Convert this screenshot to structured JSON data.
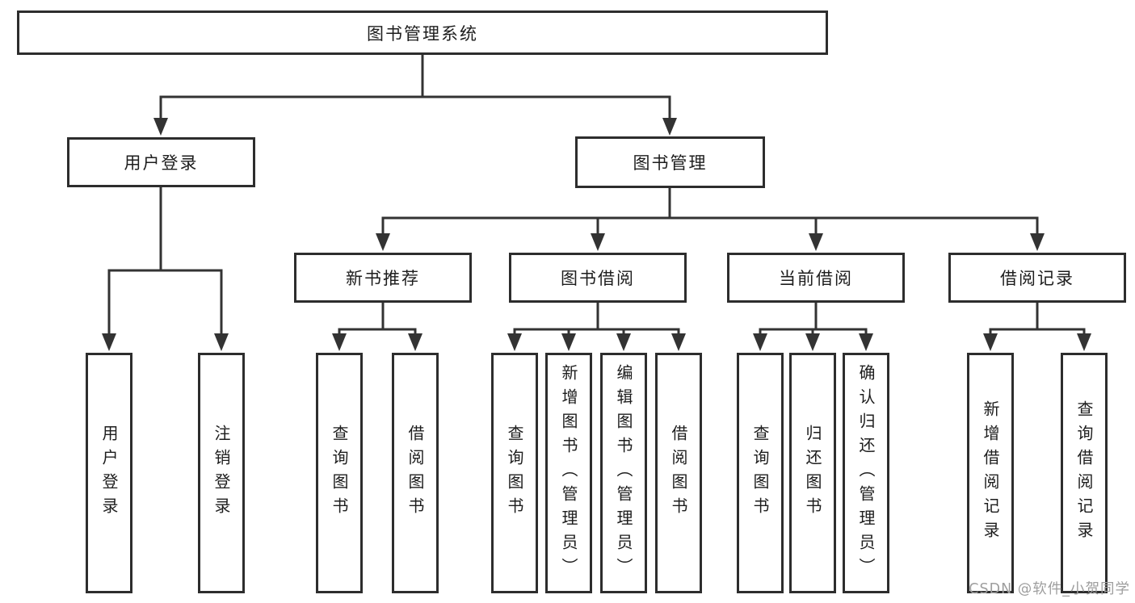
{
  "tree": {
    "root": "图书管理系统",
    "branches": [
      {
        "label": "用户登录",
        "children": [
          "用户登录",
          "注销登录"
        ]
      },
      {
        "label": "图书管理",
        "groups": [
          {
            "label": "新书推荐",
            "children": [
              "查询图书",
              "借阅图书"
            ]
          },
          {
            "label": "图书借阅",
            "children": [
              "查询图书",
              "新增图书（管理员）",
              "编辑图书（管理员）",
              "借阅图书"
            ]
          },
          {
            "label": "当前借阅",
            "children": [
              "查询图书",
              "归还图书",
              "确认归还（管理员）"
            ]
          },
          {
            "label": "借阅记录",
            "children": [
              "新增借阅记录",
              "查询借阅记录"
            ]
          }
        ]
      }
    ]
  },
  "watermark": {
    "text": "CSDN @软件_小贺同学"
  },
  "colors": {
    "line": "#333333",
    "box_border": "#2d2d2d",
    "text": "#1d1d1d",
    "watermark": "#9e9e9e",
    "background": "#ffffff"
  }
}
